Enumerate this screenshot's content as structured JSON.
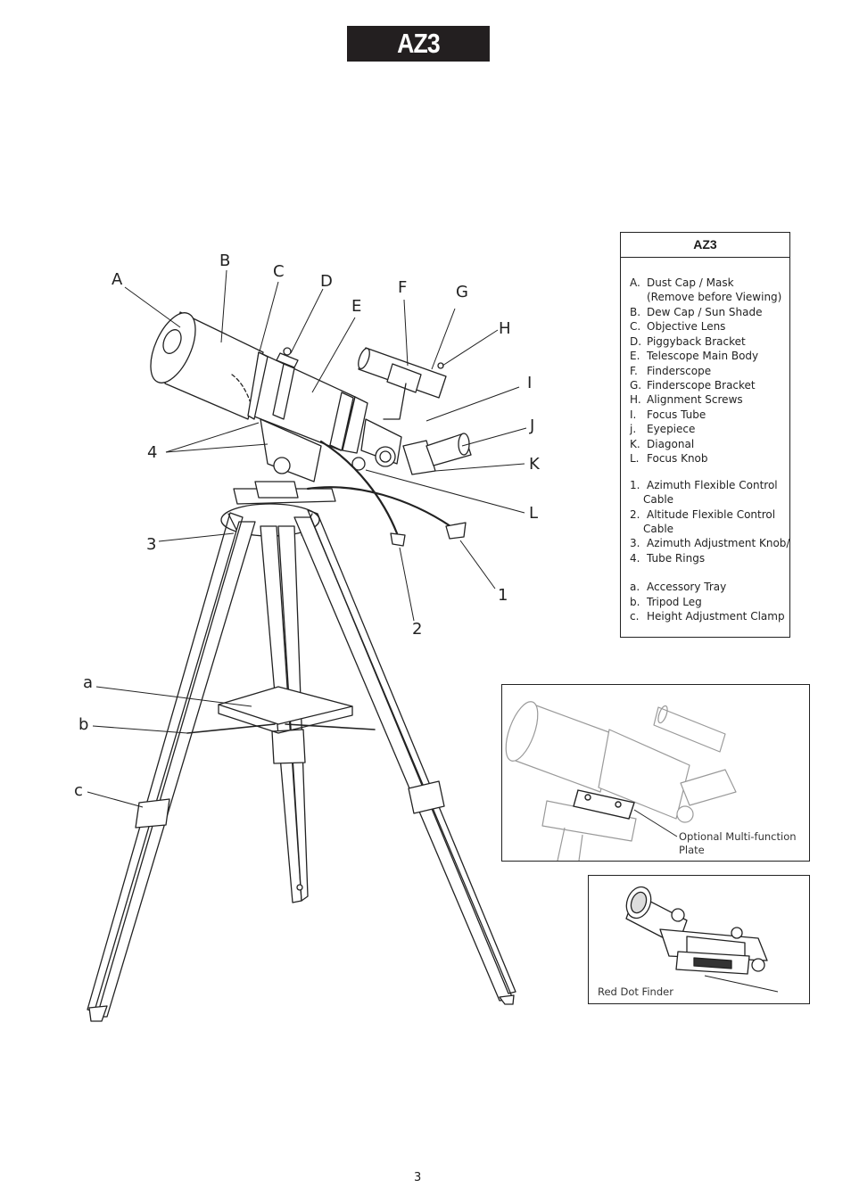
{
  "title": "AZ3 MOUNTS",
  "callouts": {
    "A": "A",
    "B": "B",
    "C": "C",
    "D": "D",
    "E": "E",
    "F": "F",
    "G": "G",
    "H": "H",
    "I": "I",
    "J": "J",
    "K": "K",
    "L": "L",
    "n1": "1",
    "n2": "2",
    "n3": "3",
    "n4": "4",
    "a": "a",
    "b": "b",
    "c": "c"
  },
  "legend": {
    "heading": "AZ3",
    "letters": [
      {
        "key": "A.",
        "text": "Dust Cap / Mask"
      },
      {
        "key": "",
        "text": "(Remove before Viewing)"
      },
      {
        "key": "B.",
        "text": "Dew Cap / Sun Shade"
      },
      {
        "key": "C.",
        "text": "Objective Lens"
      },
      {
        "key": "D.",
        "text": "Piggyback Bracket"
      },
      {
        "key": "E.",
        "text": "Telescope Main Body"
      },
      {
        "key": "F.",
        "text": "Finderscope"
      },
      {
        "key": "G.",
        "text": "Finderscope Bracket"
      },
      {
        "key": "H.",
        "text": "Alignment Screws"
      },
      {
        "key": "I.",
        "text": "Focus Tube"
      },
      {
        "key": "j.",
        "text": "Eyepiece"
      },
      {
        "key": "K.",
        "text": "Diagonal"
      },
      {
        "key": "L.",
        "text": "Focus Knob"
      }
    ],
    "numbers": [
      {
        "key": "1.",
        "text": "Azimuth Flexible Control"
      },
      {
        "key": "",
        "text": "Cable"
      },
      {
        "key": "2.",
        "text": "Altitude Flexible Control"
      },
      {
        "key": "",
        "text": "Cable"
      },
      {
        "key": "3.",
        "text": "Azimuth Adjustment Knob/"
      },
      {
        "key": "4.",
        "text": "Tube Rings"
      }
    ],
    "parts": [
      {
        "key": "a.",
        "text": "Accessory Tray"
      },
      {
        "key": "b.",
        "text": "Tripod Leg"
      },
      {
        "key": "c.",
        "text": "Height Adjustment Clamp"
      }
    ]
  },
  "inset_plate": {
    "caption_line1": "Optional Multi-function",
    "caption_line2": "Plate"
  },
  "inset_finder": {
    "caption": "Red Dot Finder"
  },
  "page_number": "3"
}
